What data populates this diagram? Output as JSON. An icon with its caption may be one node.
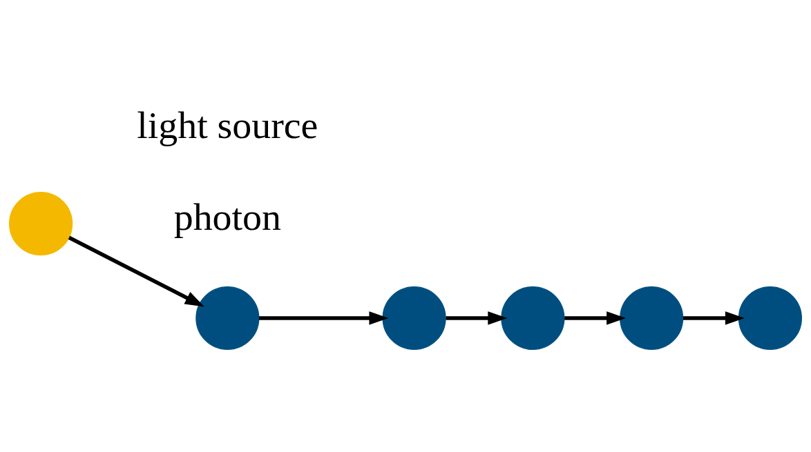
{
  "diagram": {
    "nodes": [
      {
        "text": [],
        "shape": "circle"
      },
      {
        "text": [],
        "shape": "circle"
      },
      {
        "text": [],
        "shape": "circle"
      },
      {
        "text": [],
        "shape": "circle"
      },
      {
        "text": [],
        "shape": "circle"
      },
      {
        "text": [],
        "shape": "circle"
      }
    ],
    "edges": [
      {
        "from": 0,
        "to": 1,
        "arrow": "to"
      },
      {
        "from": 1,
        "to": 2,
        "arrow": "to"
      },
      {
        "from": 2,
        "to": 3,
        "arrow": "to"
      },
      {
        "from": 3,
        "to": 4,
        "arrow": "to"
      },
      {
        "from": 4,
        "to": 5,
        "arrow": "to"
      }
    ],
    "labels": [
      "photon",
      "light source"
    ]
  }
}
